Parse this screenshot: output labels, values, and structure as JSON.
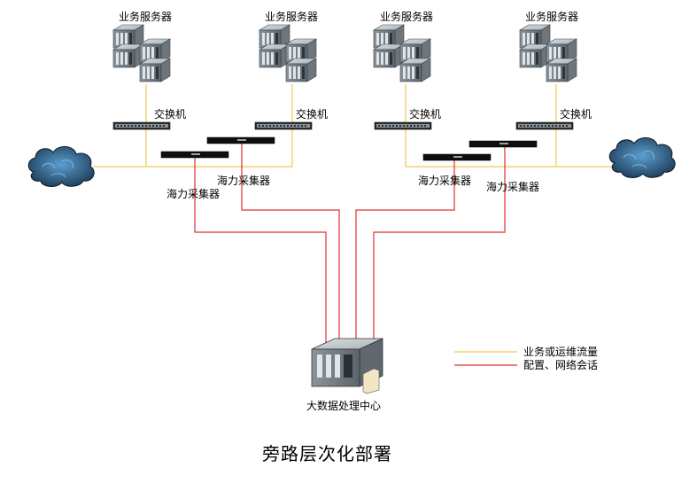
{
  "labels": {
    "server_group": "业务服务器",
    "switch": "交换机",
    "collector": "海力采集器",
    "center": "大数据处理中心"
  },
  "legend": {
    "yellow_label": "业务或运维流量",
    "red_label": "配置、网络会话"
  },
  "title": "旁路层次化部署",
  "colors": {
    "yellow_line": "#f2c94c",
    "red_line": "#e03030"
  }
}
